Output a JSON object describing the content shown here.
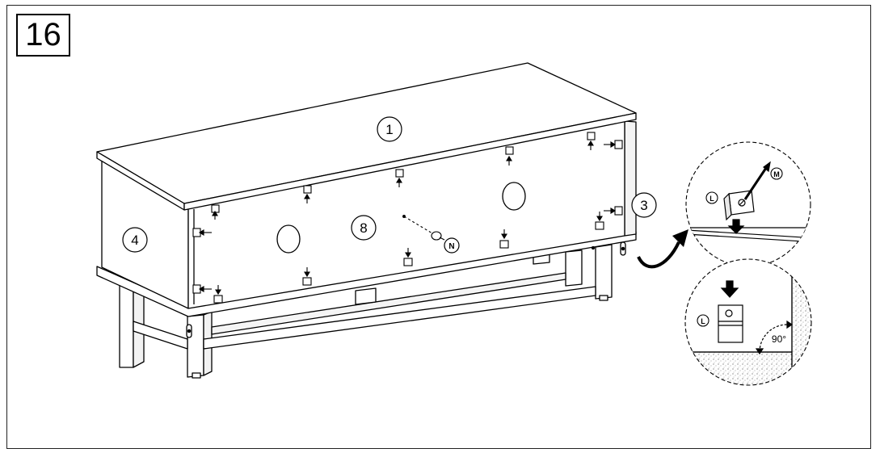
{
  "step": {
    "number": "16"
  },
  "parts": {
    "top_panel": "1",
    "side_panel_right": "3",
    "side_panel_left": "4",
    "back_panel": "8"
  },
  "hardware": {
    "screw": "N",
    "clip": "L",
    "screw_small": "M"
  },
  "detail": {
    "angle": "90°"
  },
  "colors": {
    "line": "#000000",
    "fill": "#ffffff",
    "accent": "#222222"
  }
}
